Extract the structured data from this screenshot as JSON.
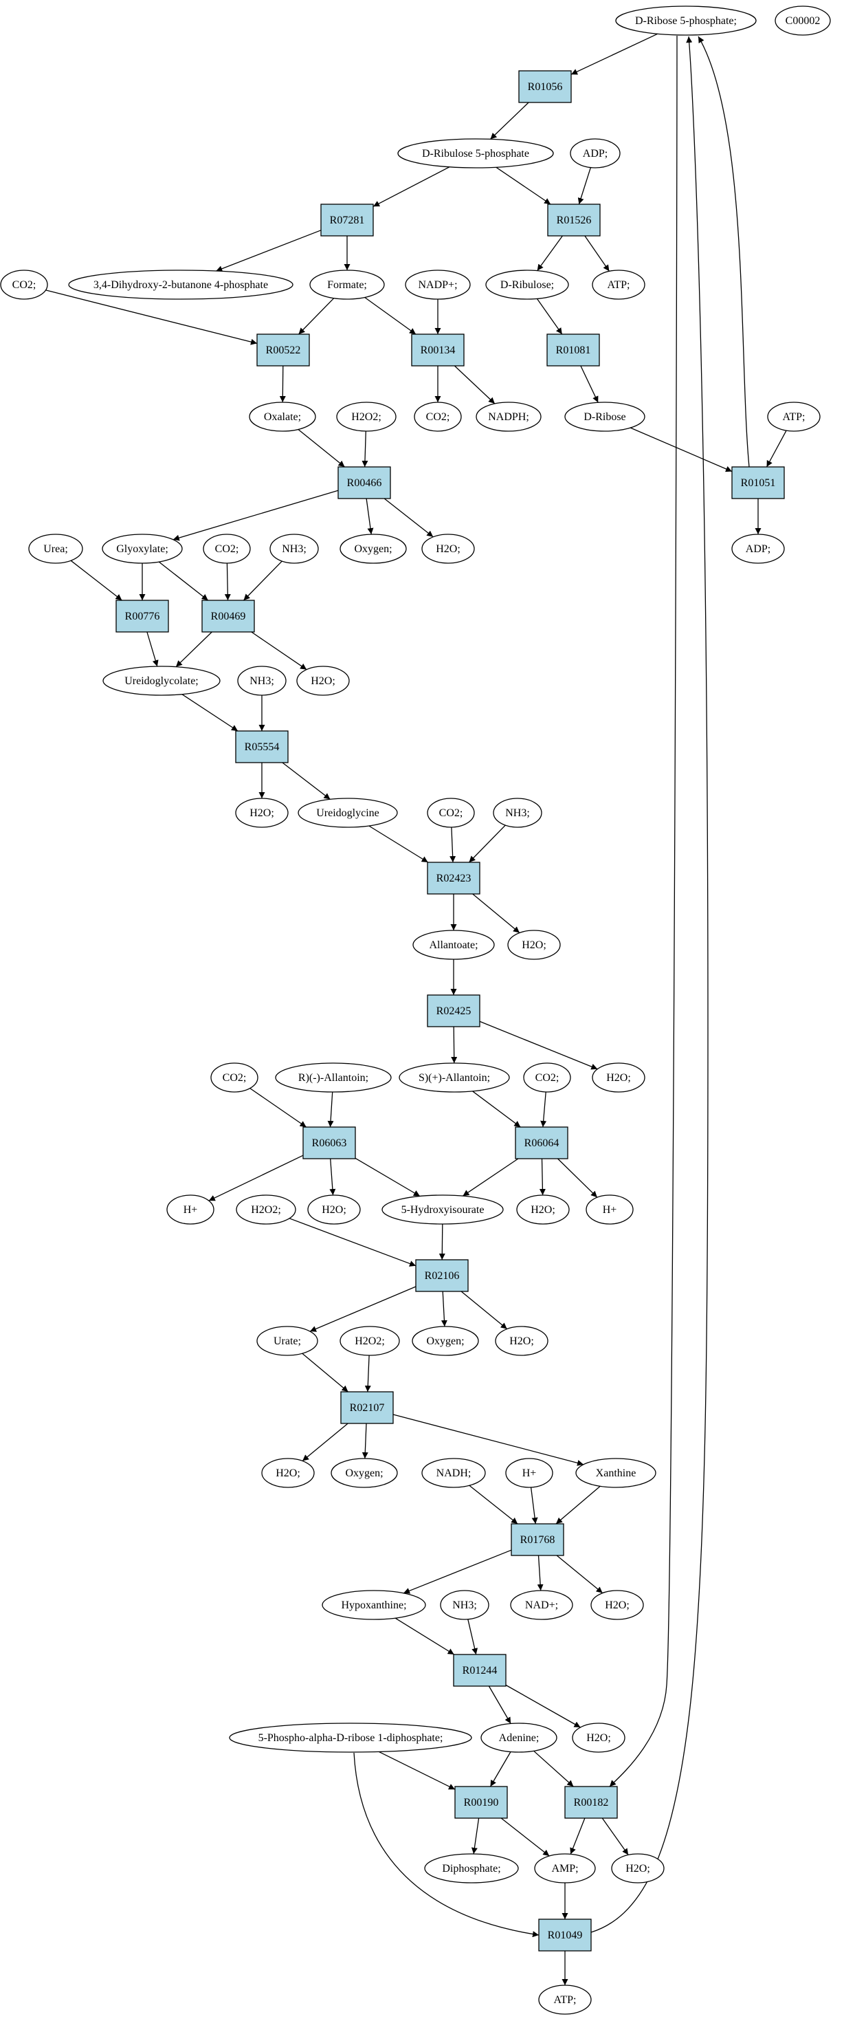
{
  "colors": {
    "reaction_fill": "#add8e6",
    "metabolite_fill": "#ffffff",
    "highlight_green": "#00ee00",
    "highlight_yellow": "#ffff00",
    "stroke": "#000000"
  },
  "nodes": {
    "ribose5p": {
      "label": "D-Ribose 5-phosphate;",
      "kind": "metabolite",
      "fill": "green"
    },
    "c00002": {
      "label": "C00002",
      "kind": "metabolite",
      "fill": "yellow"
    },
    "r01056": {
      "label": "R01056",
      "kind": "reaction"
    },
    "ribulose5p": {
      "label": "D-Ribulose 5-phosphate",
      "kind": "metabolite"
    },
    "adp1": {
      "label": "ADP;",
      "kind": "metabolite"
    },
    "r07281": {
      "label": "R07281",
      "kind": "reaction"
    },
    "r01526": {
      "label": "R01526",
      "kind": "reaction"
    },
    "co2_1": {
      "label": "CO2;",
      "kind": "metabolite"
    },
    "dhbp": {
      "label": "3,4-Dihydroxy-2-butanone 4-phosphate",
      "kind": "metabolite"
    },
    "formate": {
      "label": "Formate;",
      "kind": "metabolite"
    },
    "nadp": {
      "label": "NADP+;",
      "kind": "metabolite"
    },
    "ribulose": {
      "label": "D-Ribulose;",
      "kind": "metabolite"
    },
    "atp1": {
      "label": "ATP;",
      "kind": "metabolite"
    },
    "r00522": {
      "label": "R00522",
      "kind": "reaction"
    },
    "r00134": {
      "label": "R00134",
      "kind": "reaction"
    },
    "r01081": {
      "label": "R01081",
      "kind": "reaction"
    },
    "oxalate": {
      "label": "Oxalate;",
      "kind": "metabolite"
    },
    "h2o2_1": {
      "label": "H2O2;",
      "kind": "metabolite"
    },
    "co2_2": {
      "label": "CO2;",
      "kind": "metabolite"
    },
    "nadph": {
      "label": "NADPH;",
      "kind": "metabolite"
    },
    "ribose": {
      "label": "D-Ribose",
      "kind": "metabolite"
    },
    "atp2": {
      "label": "ATP;",
      "kind": "metabolite"
    },
    "r00466": {
      "label": "R00466",
      "kind": "reaction"
    },
    "r01051": {
      "label": "R01051",
      "kind": "reaction"
    },
    "urea": {
      "label": "Urea;",
      "kind": "metabolite"
    },
    "glyoxylate": {
      "label": "Glyoxylate;",
      "kind": "metabolite"
    },
    "co2_3": {
      "label": "CO2;",
      "kind": "metabolite"
    },
    "nh3_1": {
      "label": "NH3;",
      "kind": "metabolite"
    },
    "oxygen1": {
      "label": "Oxygen;",
      "kind": "metabolite"
    },
    "h2o_1": {
      "label": "H2O;",
      "kind": "metabolite"
    },
    "adp2": {
      "label": "ADP;",
      "kind": "metabolite"
    },
    "r00776": {
      "label": "R00776",
      "kind": "reaction"
    },
    "r00469": {
      "label": "R00469",
      "kind": "reaction"
    },
    "ureidoglycolate": {
      "label": "Ureidoglycolate;",
      "kind": "metabolite"
    },
    "h2o_2": {
      "label": "H2O;",
      "kind": "metabolite"
    },
    "nh3_2": {
      "label": "NH3;",
      "kind": "metabolite"
    },
    "r05554": {
      "label": "R05554",
      "kind": "reaction"
    },
    "h2o_3": {
      "label": "H2O;",
      "kind": "metabolite"
    },
    "ureidoglycine": {
      "label": "Ureidoglycine",
      "kind": "metabolite"
    },
    "co2_4": {
      "label": "CO2;",
      "kind": "metabolite"
    },
    "nh3_3": {
      "label": "NH3;",
      "kind": "metabolite"
    },
    "r02423": {
      "label": "R02423",
      "kind": "reaction"
    },
    "allantoate": {
      "label": "Allantoate;",
      "kind": "metabolite"
    },
    "h2o_4": {
      "label": "H2O;",
      "kind": "metabolite"
    },
    "r02425": {
      "label": "R02425",
      "kind": "reaction"
    },
    "h2o_5": {
      "label": "H2O;",
      "kind": "metabolite"
    },
    "co2_5": {
      "label": "CO2;",
      "kind": "metabolite"
    },
    "r_allantoin": {
      "label": "R)(-)-Allantoin;",
      "kind": "metabolite"
    },
    "s_allantoin": {
      "label": "S)(+)-Allantoin;",
      "kind": "metabolite"
    },
    "co2_6": {
      "label": "CO2;",
      "kind": "metabolite"
    },
    "r06063": {
      "label": "R06063",
      "kind": "reaction"
    },
    "r06064": {
      "label": "R06064",
      "kind": "reaction"
    },
    "hplus_1": {
      "label": "H+",
      "kind": "metabolite"
    },
    "h2o2_2": {
      "label": "H2O2;",
      "kind": "metabolite"
    },
    "h2o_6": {
      "label": "H2O;",
      "kind": "metabolite"
    },
    "hiu": {
      "label": "5-Hydroxyisourate",
      "kind": "metabolite"
    },
    "h2o_7": {
      "label": "H2O;",
      "kind": "metabolite"
    },
    "hplus_2": {
      "label": "H+",
      "kind": "metabolite"
    },
    "r02106": {
      "label": "R02106",
      "kind": "reaction"
    },
    "urate": {
      "label": "Urate;",
      "kind": "metabolite"
    },
    "h2o2_3": {
      "label": "H2O2;",
      "kind": "metabolite"
    },
    "oxygen2": {
      "label": "Oxygen;",
      "kind": "metabolite"
    },
    "h2o_8": {
      "label": "H2O;",
      "kind": "metabolite"
    },
    "r02107": {
      "label": "R02107",
      "kind": "reaction"
    },
    "h2o_9": {
      "label": "H2O;",
      "kind": "metabolite"
    },
    "oxygen3": {
      "label": "Oxygen;",
      "kind": "metabolite"
    },
    "nadh": {
      "label": "NADH;",
      "kind": "metabolite"
    },
    "hplus_3": {
      "label": "H+",
      "kind": "metabolite"
    },
    "xanthine": {
      "label": "Xanthine",
      "kind": "metabolite"
    },
    "r01768": {
      "label": "R01768",
      "kind": "reaction"
    },
    "hypoxanthine": {
      "label": "Hypoxanthine;",
      "kind": "metabolite"
    },
    "nh3_4": {
      "label": "NH3;",
      "kind": "metabolite"
    },
    "nad": {
      "label": "NAD+;",
      "kind": "metabolite"
    },
    "h2o_10": {
      "label": "H2O;",
      "kind": "metabolite"
    },
    "r01244": {
      "label": "R01244",
      "kind": "reaction"
    },
    "prpp": {
      "label": "5-Phospho-alpha-D-ribose 1-diphosphate;",
      "kind": "metabolite"
    },
    "adenine": {
      "label": "Adenine;",
      "kind": "metabolite"
    },
    "h2o_11": {
      "label": "H2O;",
      "kind": "metabolite"
    },
    "r00190": {
      "label": "R00190",
      "kind": "reaction"
    },
    "r00182": {
      "label": "R00182",
      "kind": "reaction"
    },
    "diphosphate": {
      "label": "Diphosphate;",
      "kind": "metabolite"
    },
    "amp": {
      "label": "AMP;",
      "kind": "metabolite"
    },
    "h2o_12": {
      "label": "H2O;",
      "kind": "metabolite"
    },
    "r01049": {
      "label": "R01049",
      "kind": "reaction"
    },
    "atp3": {
      "label": "ATP;",
      "kind": "metabolite"
    }
  },
  "edges": [
    [
      "ribose5p",
      "r01056"
    ],
    [
      "r01056",
      "ribulose5p"
    ],
    [
      "ribulose5p",
      "r07281"
    ],
    [
      "ribulose5p",
      "r01526"
    ],
    [
      "adp1",
      "r01526"
    ],
    [
      "r07281",
      "dhbp"
    ],
    [
      "r07281",
      "formate"
    ],
    [
      "r01526",
      "ribulose"
    ],
    [
      "r01526",
      "atp1"
    ],
    [
      "co2_1",
      "r00522"
    ],
    [
      "formate",
      "r00522"
    ],
    [
      "formate",
      "r00134"
    ],
    [
      "nadp",
      "r00134"
    ],
    [
      "ribulose",
      "r01081"
    ],
    [
      "r00522",
      "oxalate"
    ],
    [
      "r00134",
      "co2_2"
    ],
    [
      "r00134",
      "nadph"
    ],
    [
      "r01081",
      "ribose"
    ],
    [
      "ribose",
      "r01051"
    ],
    [
      "atp2",
      "r01051"
    ],
    [
      "r01051",
      "adp2"
    ],
    [
      "r01051",
      "ribose5p"
    ],
    [
      "oxalate",
      "r00466"
    ],
    [
      "h2o2_1",
      "r00466"
    ],
    [
      "r00466",
      "glyoxylate"
    ],
    [
      "r00466",
      "oxygen1"
    ],
    [
      "r00466",
      "h2o_1"
    ],
    [
      "urea",
      "r00776"
    ],
    [
      "glyoxylate",
      "r00776"
    ],
    [
      "glyoxylate",
      "r00469"
    ],
    [
      "co2_3",
      "r00469"
    ],
    [
      "nh3_1",
      "r00469"
    ],
    [
      "r00776",
      "ureidoglycolate"
    ],
    [
      "r00469",
      "ureidoglycolate"
    ],
    [
      "r00469",
      "h2o_2"
    ],
    [
      "ureidoglycolate",
      "r05554"
    ],
    [
      "nh3_2",
      "r05554"
    ],
    [
      "r05554",
      "h2o_3"
    ],
    [
      "r05554",
      "ureidoglycine"
    ],
    [
      "ureidoglycine",
      "r02423"
    ],
    [
      "co2_4",
      "r02423"
    ],
    [
      "nh3_3",
      "r02423"
    ],
    [
      "r02423",
      "allantoate"
    ],
    [
      "r02423",
      "h2o_4"
    ],
    [
      "allantoate",
      "r02425"
    ],
    [
      "r02425",
      "s_allantoin"
    ],
    [
      "r02425",
      "h2o_5"
    ],
    [
      "co2_5",
      "r06063"
    ],
    [
      "r_allantoin",
      "r06063"
    ],
    [
      "s_allantoin",
      "r06064"
    ],
    [
      "co2_6",
      "r06064"
    ],
    [
      "r06063",
      "hplus_1"
    ],
    [
      "r06063",
      "h2o_6"
    ],
    [
      "r06063",
      "hiu"
    ],
    [
      "r06064",
      "hiu"
    ],
    [
      "r06064",
      "h2o_7"
    ],
    [
      "r06064",
      "hplus_2"
    ],
    [
      "h2o2_2",
      "r02106"
    ],
    [
      "hiu",
      "r02106"
    ],
    [
      "r02106",
      "urate"
    ],
    [
      "r02106",
      "oxygen2"
    ],
    [
      "r02106",
      "h2o_8"
    ],
    [
      "urate",
      "r02107"
    ],
    [
      "h2o2_3",
      "r02107"
    ],
    [
      "r02107",
      "h2o_9"
    ],
    [
      "r02107",
      "oxygen3"
    ],
    [
      "r02107",
      "xanthine"
    ],
    [
      "nadh",
      "r01768"
    ],
    [
      "hplus_3",
      "r01768"
    ],
    [
      "xanthine",
      "r01768"
    ],
    [
      "r01768",
      "hypoxanthine"
    ],
    [
      "r01768",
      "nad"
    ],
    [
      "r01768",
      "h2o_10"
    ],
    [
      "hypoxanthine",
      "r01244"
    ],
    [
      "nh3_4",
      "r01244"
    ],
    [
      "r01244",
      "adenine"
    ],
    [
      "r01244",
      "h2o_11"
    ],
    [
      "prpp",
      "r00190"
    ],
    [
      "adenine",
      "r00190"
    ],
    [
      "adenine",
      "r00182"
    ],
    [
      "ribose5p",
      "r00182"
    ],
    [
      "r00190",
      "diphosphate"
    ],
    [
      "r00190",
      "amp"
    ],
    [
      "r00182",
      "amp"
    ],
    [
      "r00182",
      "h2o_12"
    ],
    [
      "amp",
      "r01049"
    ],
    [
      "prpp",
      "r01049"
    ],
    [
      "r01049",
      "atp3"
    ],
    [
      "r01049",
      "ribose5p"
    ]
  ]
}
